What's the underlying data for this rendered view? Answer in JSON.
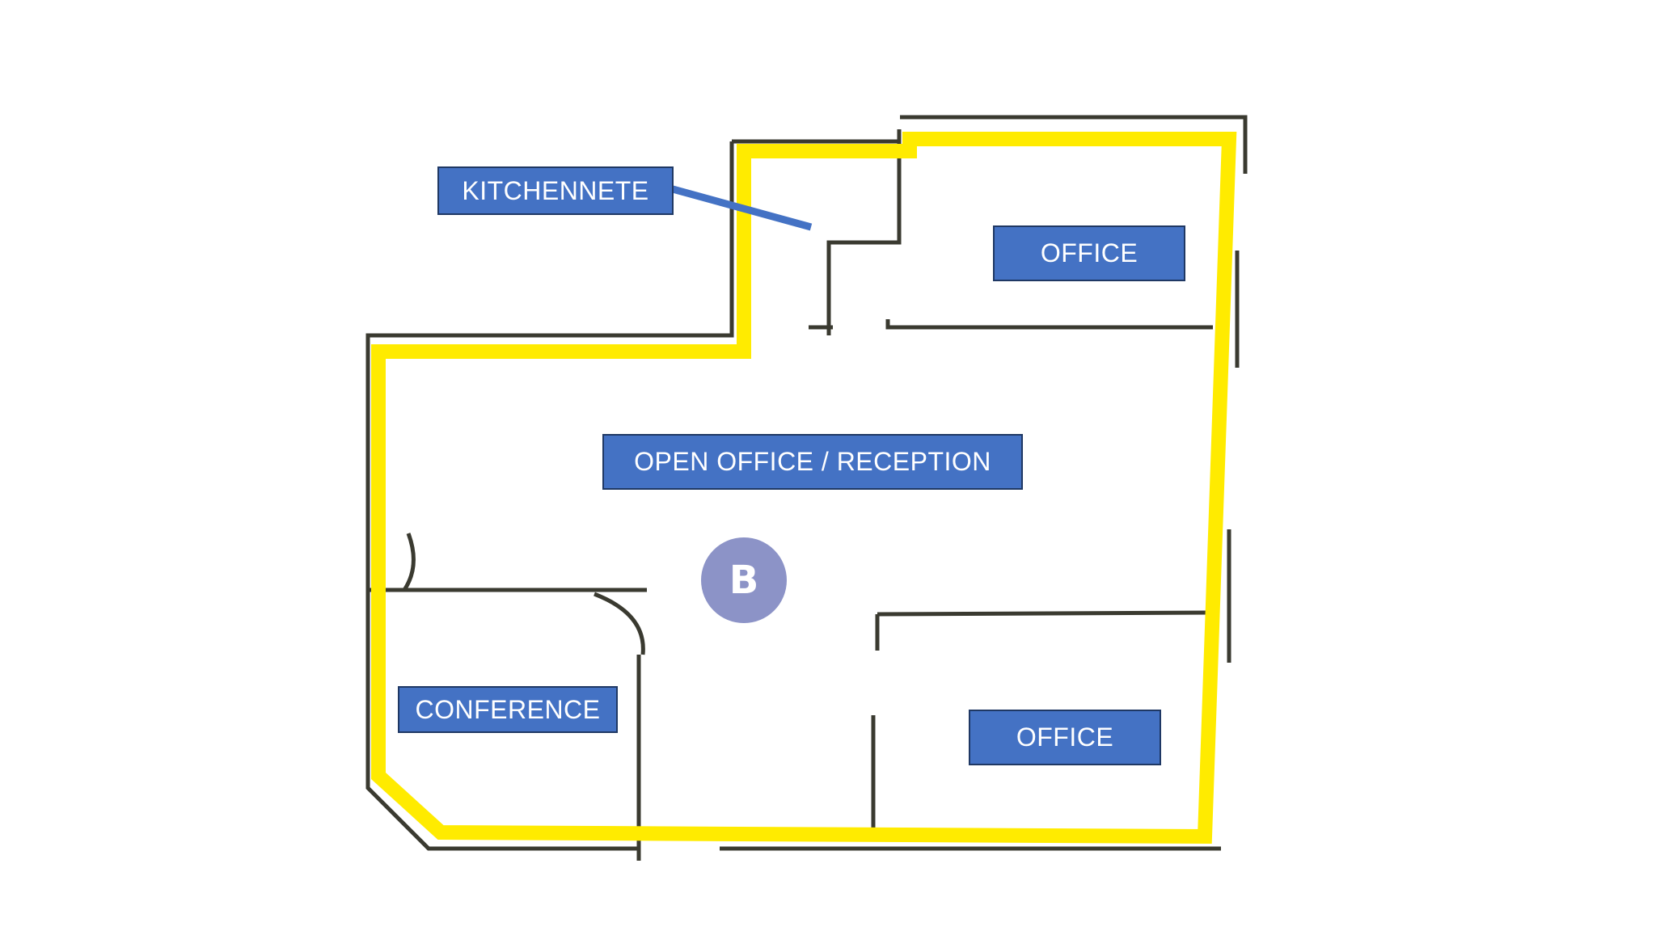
{
  "floorplan": {
    "labels": {
      "kitchennete": "KITCHENNETE",
      "office_top": "OFFICE",
      "open_office": "OPEN OFFICE / RECEPTION",
      "conference": "CONFERENCE",
      "office_bottom": "OFFICE"
    },
    "marker": "B",
    "colors": {
      "label_fill": "#4472c4",
      "label_border": "#1f3864",
      "outline": "#ffeb00",
      "walls": "#3a3a30",
      "marker": "#8c93c7"
    }
  }
}
